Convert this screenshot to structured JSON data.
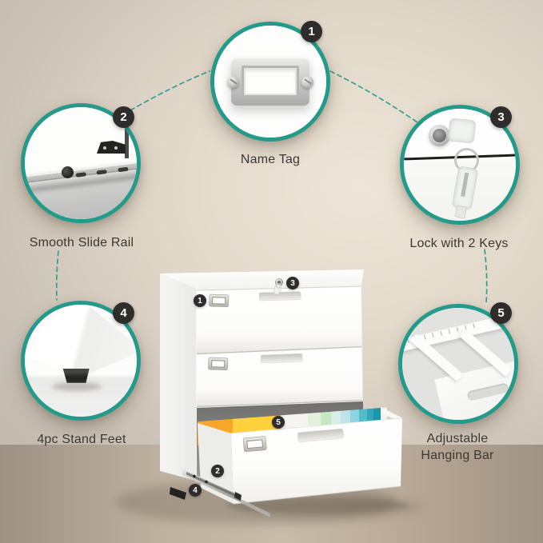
{
  "infographic": {
    "subject": "3-drawer white lateral file cabinet",
    "callouts": [
      {
        "number": "1",
        "label": "Name Tag"
      },
      {
        "number": "2",
        "label": "Smooth Slide Rail"
      },
      {
        "number": "3",
        "label": "Lock with 2 Keys"
      },
      {
        "number": "4",
        "label": "4pc Stand Feet"
      },
      {
        "number": "5",
        "label": "Adjustable Hanging Bar"
      }
    ]
  },
  "callouts": [
    {
      "number": "1",
      "label": "Name Tag"
    },
    {
      "number": "2",
      "label": "Smooth Slide Rail"
    },
    {
      "number": "3",
      "label": "Lock with 2 Keys"
    },
    {
      "number": "4",
      "label": "4pc Stand Feet"
    },
    {
      "number": "5",
      "label": "Adjustable Hanging Bar"
    }
  ],
  "theme": {
    "accent_teal": "#249a8a",
    "dashed_line": "#2f9c8b",
    "badge_background": "#2e2d2b",
    "badge_text": "#ffffff",
    "label_text": "#3b3834",
    "wall_light": "#ece4d6",
    "wall_dark": "#c5bcb0",
    "floor": "#b3a493",
    "cabinet_white": "#fdfdfc"
  },
  "cabinet": {
    "drawer_count": 3,
    "open_drawer": "bottom",
    "marker_numbers": [
      "1",
      "2",
      "3",
      "4",
      "5"
    ],
    "folder_colors": [
      "#f6a72b",
      "#ffd23c",
      "#f6f5f1",
      "#e3f1dd",
      "#c8e8c3",
      "#d8eee6",
      "#bce4ea",
      "#8fd2e2",
      "#52bcc9",
      "#2fa8bc",
      "#1d95ab",
      "#f3f2ee"
    ]
  }
}
